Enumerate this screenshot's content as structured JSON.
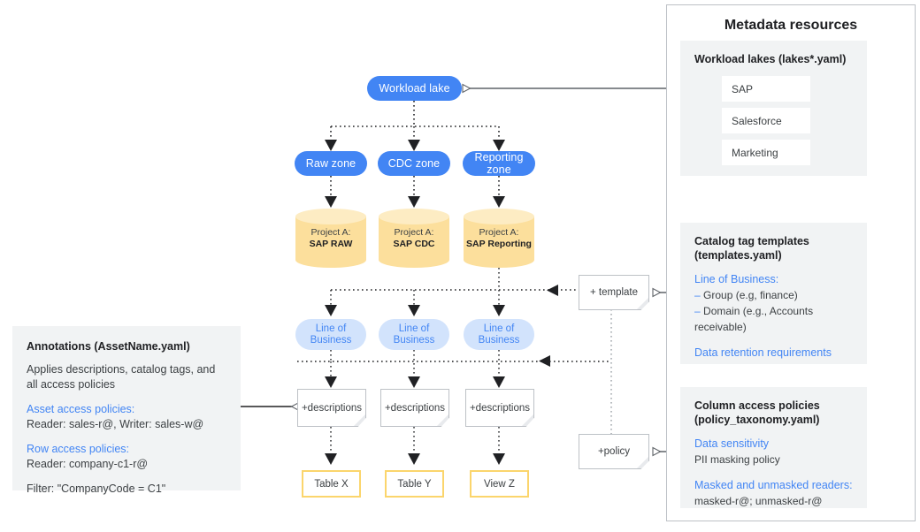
{
  "flow": {
    "workload_lake": "Workload lake",
    "zones": [
      "Raw zone",
      "CDC zone",
      "Reporting zone"
    ],
    "projects": [
      {
        "line1": "Project A:",
        "line2": "SAP RAW"
      },
      {
        "line1": "Project A:",
        "line2": "SAP CDC"
      },
      {
        "line1": "Project A:",
        "line2": "SAP Reporting"
      }
    ],
    "lob": [
      "Line of Business",
      "Line of Business",
      "Line of Business"
    ],
    "descriptions": [
      "+descriptions",
      "+descriptions",
      "+descriptions"
    ],
    "assets": [
      "Table X",
      "Table Y",
      "View Z"
    ],
    "template_note": "+ template",
    "policy_note": "+policy"
  },
  "annotations": {
    "title": "Annotations (AssetName.yaml)",
    "intro": "Applies descriptions, catalog tags, and all access policies",
    "asset_policies_label": "Asset access policies:",
    "asset_policies_value": "Reader: sales-r@, Writer: sales-w@",
    "row_policies_label": "Row access policies:",
    "row_policies_value": "Reader: company-c1-r@",
    "filter": "Filter: \"CompanyCode = C1\""
  },
  "metadata": {
    "title": "Metadata resources",
    "lakes": {
      "heading": "Workload lakes (lakes*.yaml)",
      "items": [
        "SAP",
        "Salesforce",
        "Marketing"
      ]
    },
    "templates": {
      "heading_line1": "Catalog tag templates",
      "heading_line2": "(templates.yaml)",
      "lob_label": "Line of Business:",
      "bullet1_dash": "–",
      "bullet1": "Group (e.g, finance)",
      "bullet2_dash": "–",
      "bullet2": "Domain (e.g., Accounts receivable)",
      "retention": "Data retention requirements"
    },
    "policies": {
      "heading_line1": "Column access policies",
      "heading_line2": "(policy_taxonomy.yaml)",
      "sensitivity_label": "Data sensitivity",
      "sensitivity_value": "PII masking policy",
      "readers_label": "Masked and unmasked readers:",
      "readers_value": "masked-r@; unmasked-r@"
    }
  },
  "colors": {
    "accent_blue": "#4285F4",
    "light_blue": "#D2E3FC",
    "cylinder_yellow": "#FCDF9C",
    "table_border_yellow": "#FBD56C",
    "panel_gray": "#f1f3f4",
    "border_gray": "#bdc1c6"
  }
}
